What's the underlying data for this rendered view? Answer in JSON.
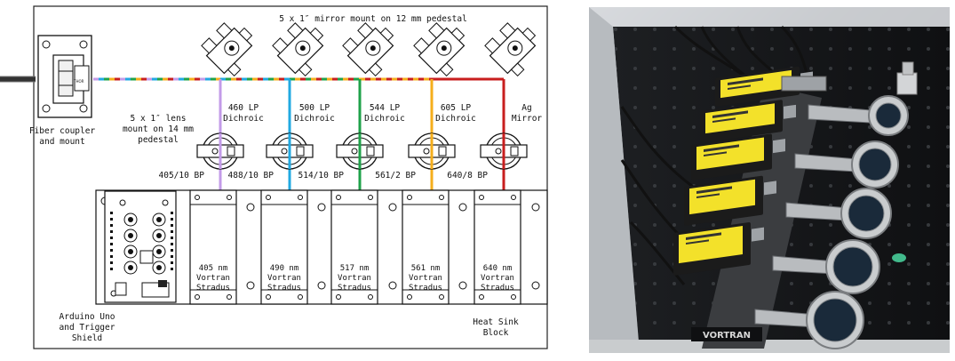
{
  "diagram": {
    "title": "5 x 1″ mirror mount on 12 mm pedestal",
    "fiber_coupler_label": [
      "Fiber coupler",
      "and mount"
    ],
    "lens_mount_label": [
      "5 x 1″ lens",
      "mount on 14 mm",
      "pedestal"
    ],
    "arduino_label": [
      "Arduino Uno",
      "and Trigger",
      "Shield"
    ],
    "heatsink_label": [
      "Heat Sink",
      "Block"
    ],
    "mirrors": [
      {
        "label1": "460 LP",
        "label2": "Dichroic"
      },
      {
        "label1": "500 LP",
        "label2": "Dichroic"
      },
      {
        "label1": "544 LP",
        "label2": "Dichroic"
      },
      {
        "label1": "605 LP",
        "label2": "Dichroic"
      },
      {
        "label1": "Ag",
        "label2": "Mirror"
      }
    ],
    "filters": [
      "405/10 BP",
      "488/10 BP",
      "514/10 BP",
      "561/2 BP",
      "640/8 BP"
    ],
    "lasers": [
      {
        "wavelength": "405 nm",
        "maker": "Vortran",
        "model": "Stradus"
      },
      {
        "wavelength": "490 nm",
        "maker": "Vortran",
        "model": "Stradus"
      },
      {
        "wavelength": "517 nm",
        "maker": "Vortran",
        "model": "Stradus"
      },
      {
        "wavelength": "561 nm",
        "maker": "Vortran",
        "model": "Stradus"
      },
      {
        "wavelength": "640 nm",
        "maker": "Vortran",
        "model": "Stradus"
      }
    ],
    "beam_colors": [
      "#c39be8",
      "#21a9e1",
      "#1fa24a",
      "#f5ae1c",
      "#c81e1e"
    ]
  },
  "photo": {
    "brand_text": "VORTRAN"
  }
}
